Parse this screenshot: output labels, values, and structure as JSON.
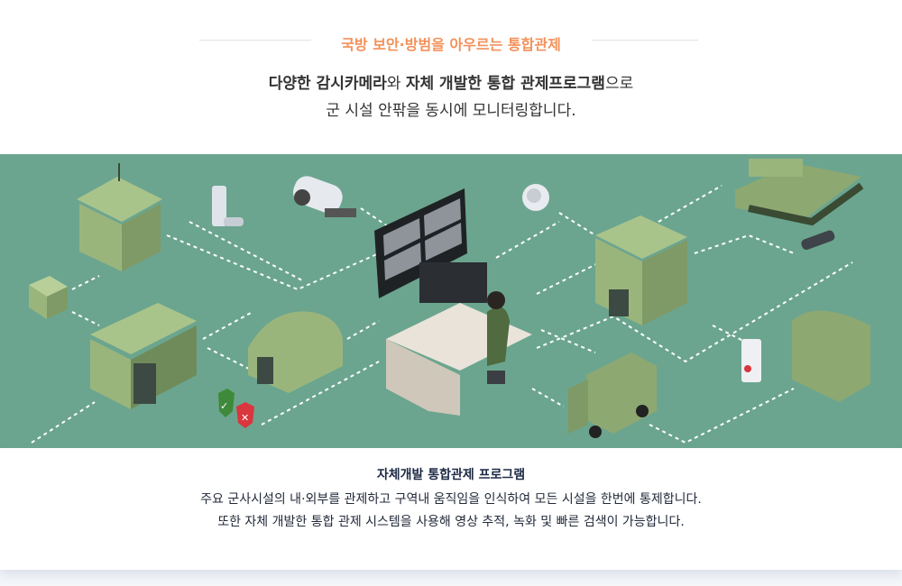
{
  "header": {
    "eyebrow": "국방 보안·방범을 아우르는 통합관제",
    "headline_bold1": "다양한 감시카메라",
    "headline_mid": "와 ",
    "headline_bold2": "자체 개발한 통합 관제프로그램",
    "headline_tail": "으로",
    "headline_line2": "군 시설 안팎을 동시에 모니터링합니다."
  },
  "illustration": {
    "background_color": "#6ba58f"
  },
  "footer": {
    "title": "자체개발 통합관제 프로그램",
    "line1": "주요 군사시설의 내·외부를 관제하고 구역내 움직임을 인식하여 모든 시설을 한번에 통제합니다.",
    "line2": "또한 자체 개발한 통합 관제 시스템을 사용해 영상 추적, 녹화 및 빠른 검색이 가능합니다."
  }
}
